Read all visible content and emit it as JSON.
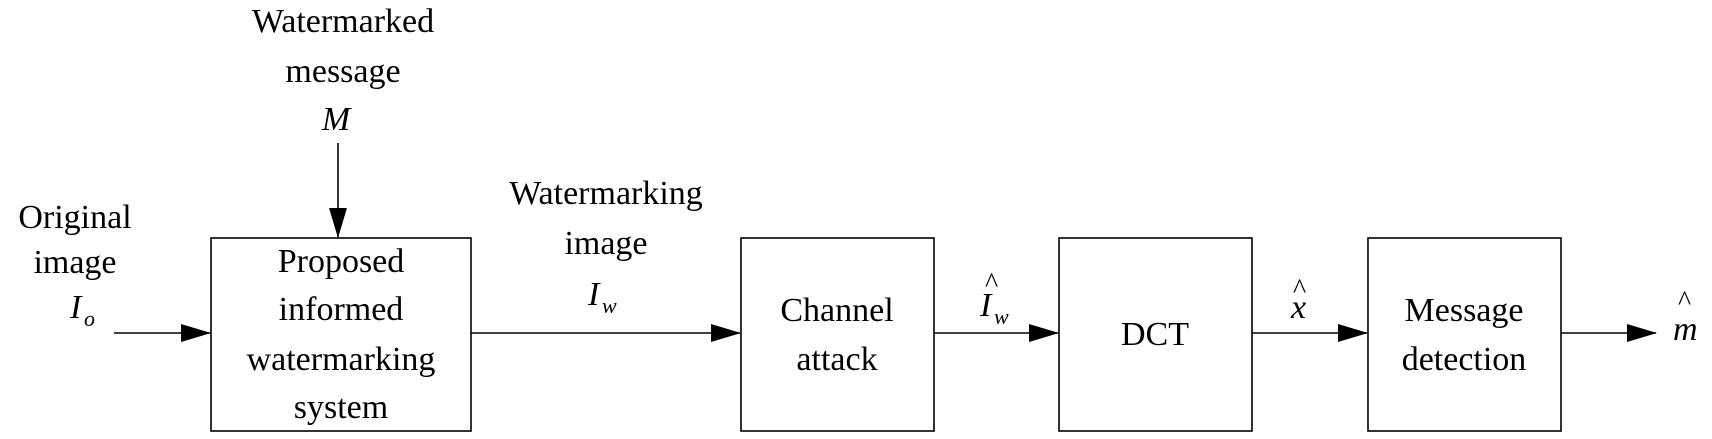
{
  "inputs": {
    "original": {
      "line1": "Original",
      "line2": "image",
      "symbol": "I",
      "subscript": "o"
    },
    "message": {
      "line1": "Watermarked",
      "line2": "message",
      "symbol": "M"
    }
  },
  "blocks": {
    "embedder": {
      "line1": "Proposed",
      "line2": "informed",
      "line3": "watermarking",
      "line4": "system"
    },
    "channel": {
      "line1": "Channel",
      "line2": "attack"
    },
    "dct": {
      "line1": "DCT"
    },
    "detector": {
      "line1": "Message",
      "line2": "detection"
    }
  },
  "signals": {
    "watermarked": {
      "line1": "Watermarking",
      "line2": "image",
      "symbol": "I",
      "subscript": "w"
    },
    "attacked": {
      "hat": "^",
      "symbol": "I",
      "subscript": "w"
    },
    "coeffs": {
      "hat": "^",
      "symbol": "x"
    },
    "output": {
      "hat": "^",
      "symbol": "m"
    }
  }
}
